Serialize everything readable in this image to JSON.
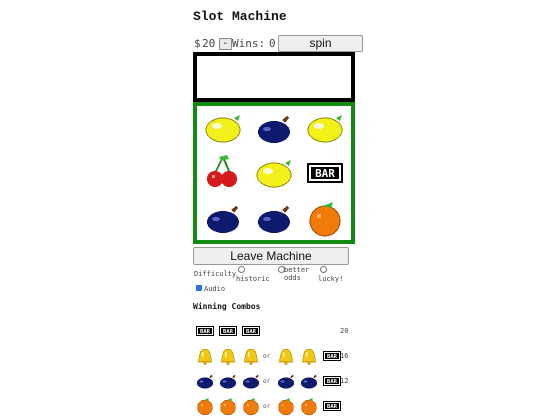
{
  "title": "Slot Machine",
  "bank": {
    "currency": "$",
    "cash": "20",
    "reset_icon": "reset-icon",
    "wins_label": "Wins:",
    "wins": "0"
  },
  "controls": {
    "spin_label": "spin",
    "leave_label": "Leave Machine"
  },
  "message": "",
  "reels": [
    [
      "lemon",
      "plum",
      "lemon"
    ],
    [
      "cherry",
      "lemon",
      "bar"
    ],
    [
      "plum",
      "plum",
      "orange"
    ]
  ],
  "difficulty": {
    "label": "Difficulty",
    "options": [
      {
        "label": "historic",
        "selected": false
      },
      {
        "label": "better odds",
        "selected": false
      },
      {
        "label": "lucky!",
        "selected": false
      }
    ]
  },
  "audio": {
    "label": "Audio",
    "checked": true
  },
  "combos": {
    "title": "Winning Combos",
    "or_label": "or",
    "rows": [
      {
        "left": [
          "bar",
          "bar",
          "bar"
        ],
        "right": [],
        "payout": "20"
      },
      {
        "left": [
          "bell",
          "bell",
          "bell"
        ],
        "right": [
          "bell",
          "bell",
          "bar"
        ],
        "payout": "16"
      },
      {
        "left": [
          "plum",
          "plum",
          "plum"
        ],
        "right": [
          "plum",
          "plum",
          "bar"
        ],
        "payout": "12"
      },
      {
        "left": [
          "orange",
          "orange",
          "orange"
        ],
        "right": [
          "orange",
          "orange",
          "bar"
        ],
        "payout": ""
      }
    ]
  },
  "colors": {
    "reel_border": "#118c11",
    "message_border": "#000000",
    "lemon": "#f2f21a",
    "plum": "#0d1a6e",
    "cherry": "#d41a1a",
    "orange": "#f07a0a",
    "bell": "#f0c814"
  }
}
